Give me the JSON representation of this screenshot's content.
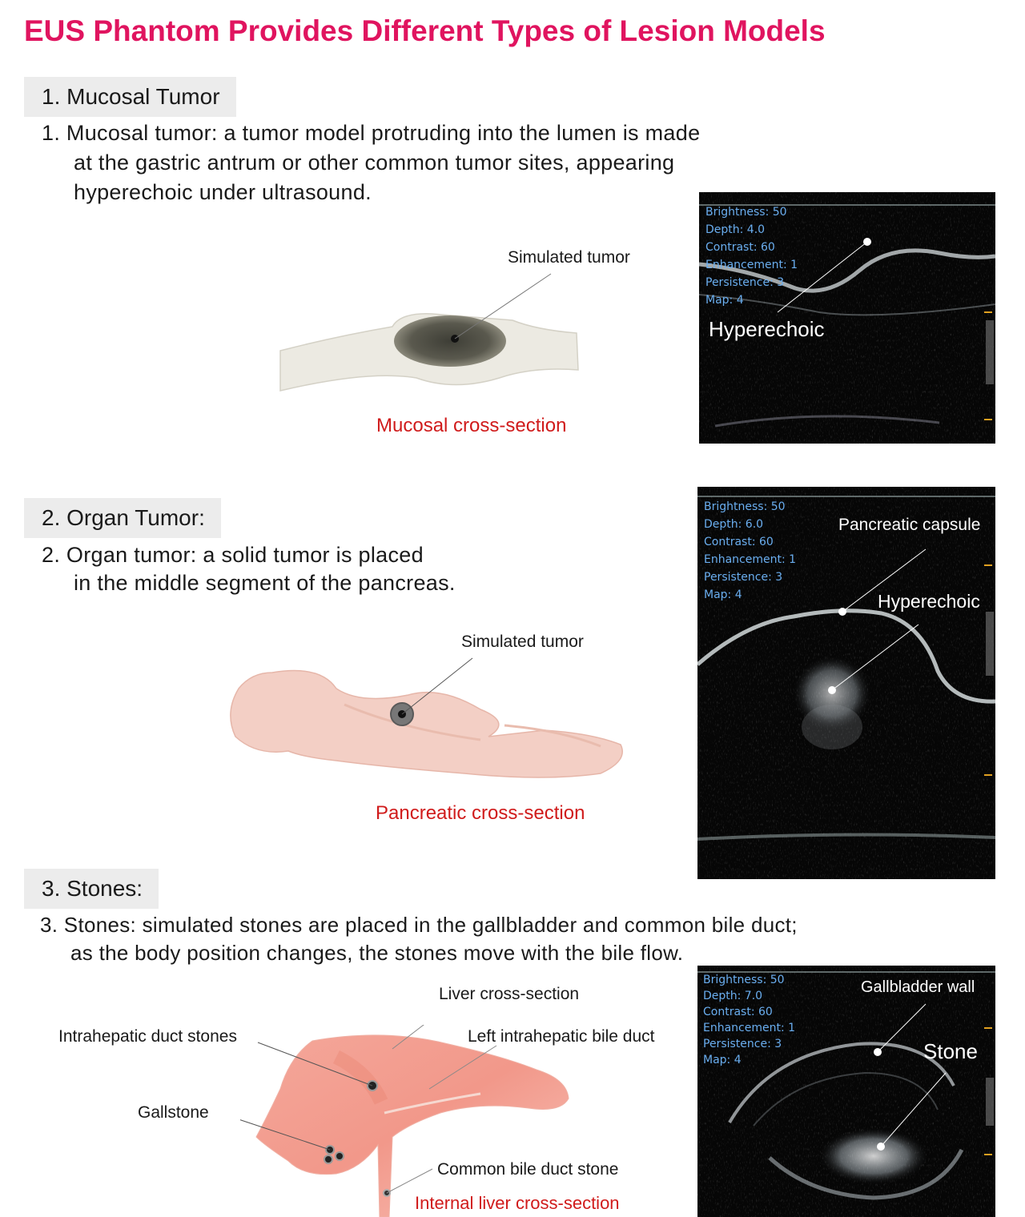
{
  "title": "EUS Phantom Provides Different Types of Lesion Models",
  "sections": [
    {
      "header": "1.  Mucosal Tumor",
      "desc_lines": [
        "1.  Mucosal tumor: a tumor model protruding into the lumen is made",
        "at the gastric antrum or other common tumor sites, appearing",
        "hyperechoic under ultrasound."
      ],
      "model_label": "Simulated tumor",
      "caption": "Mucosal cross-section",
      "us_params": [
        "Brightness: 50",
        "Depth: 4.0",
        "Contrast: 60",
        "Enhancement: 1",
        "Persistence: 3",
        "Map: 4"
      ],
      "us_labels": [
        "Hyperechoic"
      ]
    },
    {
      "header": "2.  Organ Tumor:",
      "desc_lines": [
        "2.  Organ tumor: a solid tumor is placed",
        "in the middle segment of the pancreas."
      ],
      "model_label": "Simulated tumor",
      "caption": "Pancreatic cross-section",
      "us_params": [
        "Brightness: 50",
        "Depth: 6.0",
        "Contrast: 60",
        "Enhancement: 1",
        "Persistence: 3",
        "Map: 4"
      ],
      "us_labels": [
        "Pancreatic capsule",
        "Hyperechoic"
      ]
    },
    {
      "header": "3.  Stones:",
      "desc_lines": [
        "3.  Stones:  simulated stones are placed in the gallbladder and common bile duct;",
        "as the body position changes, the stones move with the bile flow."
      ],
      "model_labels": [
        "Liver cross-section",
        "Intrahepatic duct stones",
        "Left intrahepatic bile duct",
        "Gallstone",
        "Common bile duct stone"
      ],
      "caption": "Internal liver cross-section",
      "us_params": [
        "Brightness: 50",
        "Depth: 7.0",
        "Contrast: 60",
        "Enhancement: 1",
        "Persistence: 3",
        "Map: 4"
      ],
      "us_labels": [
        "Gallbladder wall",
        "Stone"
      ]
    }
  ],
  "colors": {
    "title": "#e0145f",
    "caption": "#d01b1b",
    "param_text": "#6aaef0",
    "header_bg": "#ececec"
  }
}
